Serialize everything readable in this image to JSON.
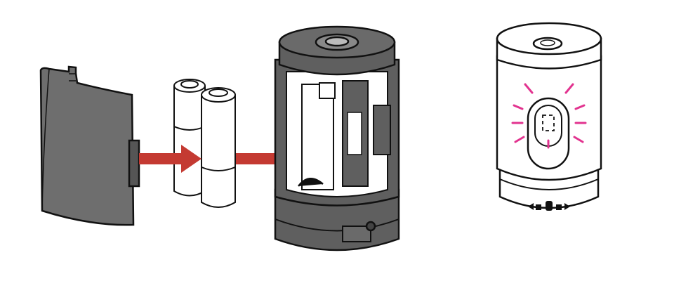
{
  "colors": {
    "cover": "#6e6e6e",
    "body_dark": "#5f5f5f",
    "outline": "#111111",
    "arrow": "#c43a32",
    "battery": "#ffffff",
    "glow": "#e2338f"
  },
  "icons": [
    "battery-cover",
    "battery",
    "insert-arrow",
    "device-open",
    "device-closed",
    "light-button",
    "lock-icon",
    "unlock-icon"
  ]
}
